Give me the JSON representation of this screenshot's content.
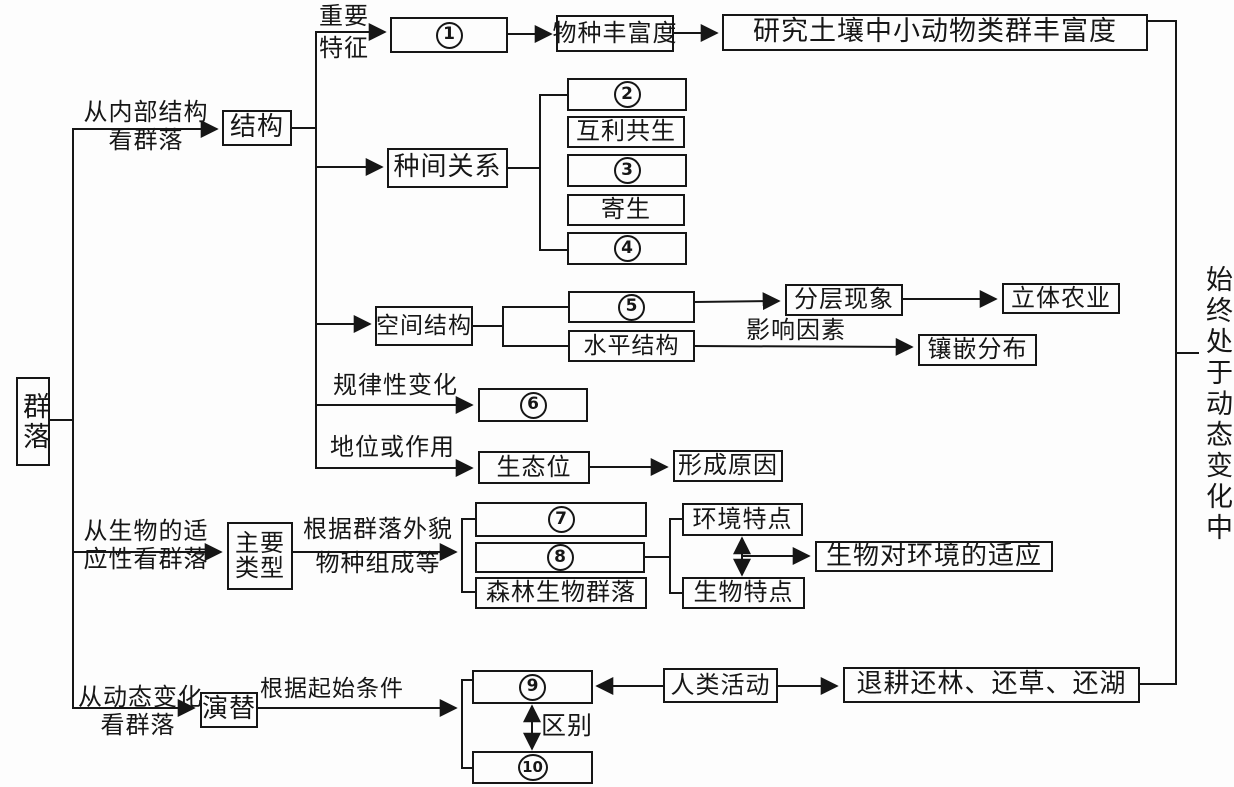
{
  "colors": {
    "ink": "#161616",
    "background": "#fdfdfd"
  },
  "nodes": {
    "root": "群落",
    "structure": "结构",
    "num1": "1",
    "species_richness": "物种丰富度",
    "soil_study": "研究土壤中小动物类群丰富度",
    "interspecies": "种间关系",
    "num2": "2",
    "mutualism": "互利共生",
    "num3": "3",
    "parasitism": "寄生",
    "num4": "4",
    "spatial": "空间结构",
    "num5": "5",
    "horizontal": "水平结构",
    "stratification": "分层现象",
    "vertical_agriculture": "立体农业",
    "mosaic": "镶嵌分布",
    "num6": "6",
    "niche": "生态位",
    "formation_cause": "形成原因",
    "main_types_l1": "主要",
    "main_types_l2": "类型",
    "num7": "7",
    "num8": "8",
    "forest_community": "森林生物群落",
    "environment_traits": "环境特点",
    "organism_traits": "生物特点",
    "adaptation": "生物对环境的适应",
    "succession": "演替",
    "num9": "9",
    "num10": "10",
    "human_activity": "人类活动",
    "returning_farmland": "退耕还林、还草、还湖",
    "conclusion": "始终处于动态变化中"
  },
  "labels": {
    "view_internal_l1": "从内部结构",
    "view_internal_l2": "看群落",
    "key_feature_l1": "重要",
    "key_feature_l2": "特征",
    "influencing_factors": "影响因素",
    "regular_change": "规律性变化",
    "position_or_role": "地位或作用",
    "view_adaptation_l1": "从生物的适",
    "view_adaptation_l2": "应性看群落",
    "basis_appearance_l1": "根据群落外貌",
    "basis_appearance_l2": "物种组成等",
    "view_dynamic_l1": "从动态变化",
    "view_dynamic_l2": "看群落",
    "basis_initial_conditions": "根据起始条件",
    "difference": "区别"
  }
}
